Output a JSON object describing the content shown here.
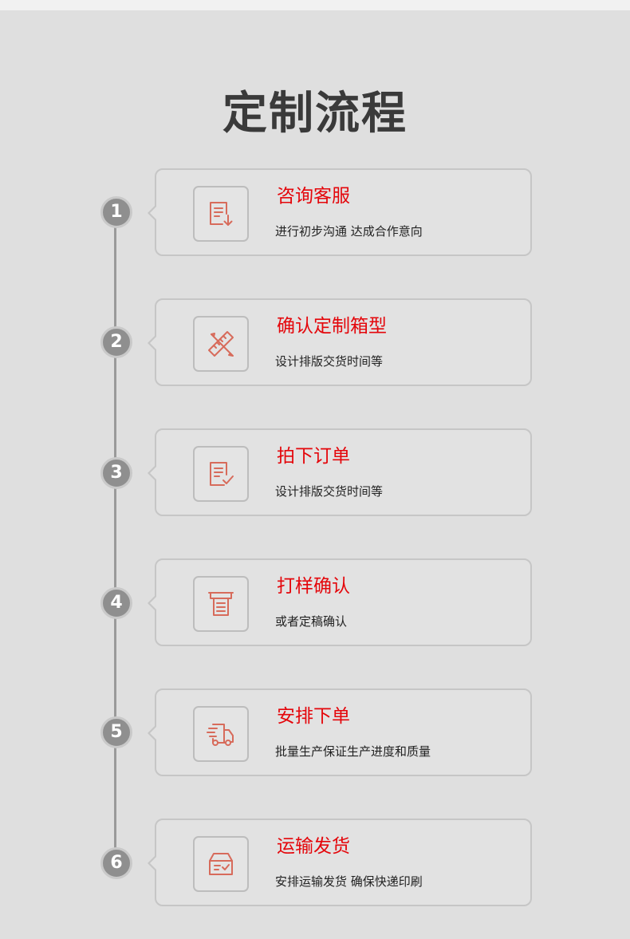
{
  "page": {
    "title": "定制流程"
  },
  "colors": {
    "accent": "#e4060b",
    "icon": "#d76b5b",
    "background": "#dfdfdf",
    "step_circle": "#8f8f8f"
  },
  "steps": [
    {
      "number": "1",
      "title": "咨询客服",
      "desc": "进行初步沟通 达成合作意向",
      "icon": "document-download-icon"
    },
    {
      "number": "2",
      "title": "确认定制箱型",
      "desc": "设计排版交货时间等",
      "icon": "ruler-pencil-icon"
    },
    {
      "number": "3",
      "title": "拍下订单",
      "desc": "设计排版交货时间等",
      "icon": "document-check-icon"
    },
    {
      "number": "4",
      "title": "打样确认",
      "desc": "或者定稿确认",
      "icon": "printer-receipt-icon"
    },
    {
      "number": "5",
      "title": "安排下单",
      "desc": "批量生产保证生产进度和质量",
      "icon": "delivery-truck-icon"
    },
    {
      "number": "6",
      "title": "运输发货",
      "desc": "安排运输发货 确保快递印刷",
      "icon": "package-box-icon"
    }
  ]
}
